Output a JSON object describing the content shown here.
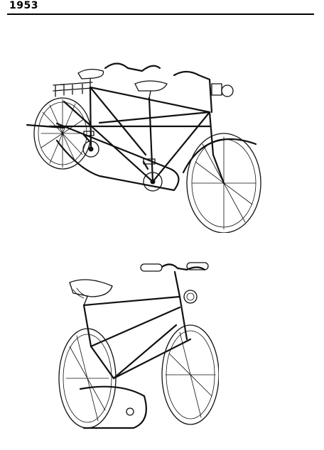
{
  "header": {
    "year": "1953"
  },
  "figures": [
    {
      "icon": "tandem-bicycle-illustration"
    },
    {
      "icon": "ladies-bicycle-illustration"
    }
  ]
}
